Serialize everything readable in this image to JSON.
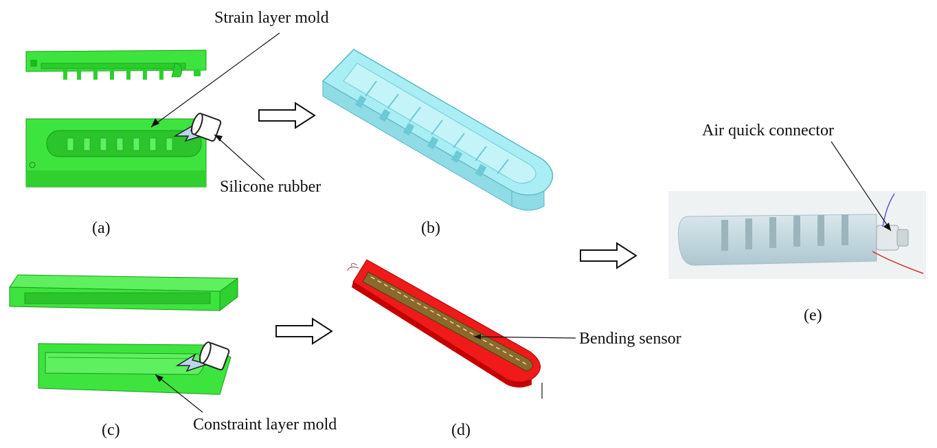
{
  "annotations": {
    "strain_layer_mold": "Strain layer mold",
    "silicone_rubber": "Silicone rubber",
    "constraint_layer_mold": "Constraint layer mold",
    "bending_sensor": "Bending sensor",
    "air_quick_connector": "Air quick connector"
  },
  "captions": {
    "a": "(a)",
    "b": "(b)",
    "c": "(c)",
    "d": "(d)",
    "e": "(e)"
  },
  "colors": {
    "mold_green": "#3ee43e",
    "mold_green_dark": "#1fb81f",
    "cast_cyan": "#a9eef4",
    "cast_cyan_dark": "#6cc9d6",
    "sensor_red": "#f01a1a",
    "sensor_strip": "#8a6a2a",
    "photo_body": "#c9dde3",
    "photo_bg": "#eef2f3"
  },
  "icons": {
    "flow_arrow": "hollow-right-arrow-icon",
    "pour_cup": "pour-cup-icon"
  }
}
